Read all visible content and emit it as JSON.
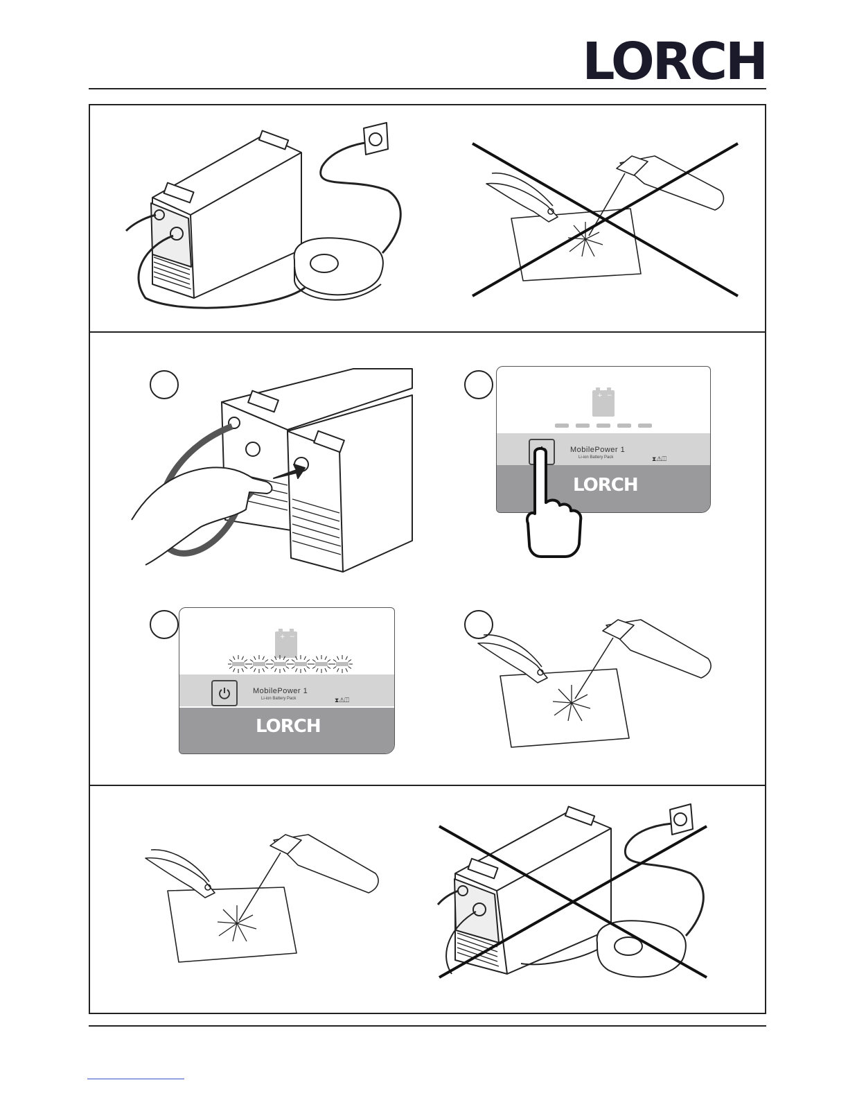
{
  "header": {
    "brand": "LORCH"
  },
  "display_a": {
    "model": "MobilePower 1",
    "subtitle": "Li-ion Battery Pack",
    "brand": "LORCH",
    "warning_icons": "⧗⚠◫"
  },
  "display_b": {
    "model": "MobilePower 1",
    "subtitle": "Li-ion Battery Pack",
    "brand": "LORCH",
    "warning_icons": "⧗⚠◫"
  }
}
